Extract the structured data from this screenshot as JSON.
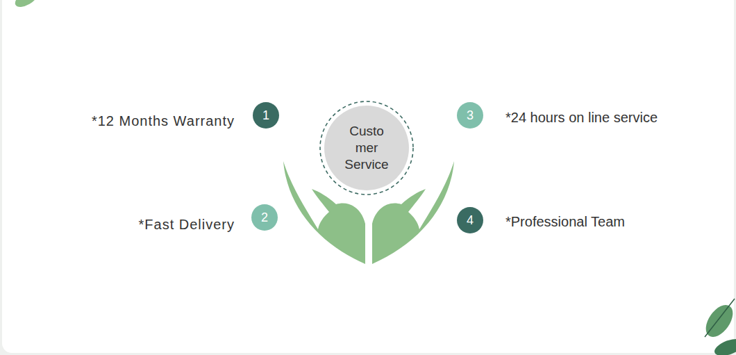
{
  "diagram": {
    "nodes": [
      {
        "text": [
          "Custo mer Service"
        ]
      },
      {
        "text": [
          "1"
        ]
      },
      {
        "text": [
          "2"
        ]
      },
      {
        "text": [
          "3"
        ]
      },
      {
        "text": [
          "4"
        ]
      }
    ],
    "labels": [
      "*12 Months Warranty",
      "*Fast Delivery",
      "*24 hours on line service",
      "*Professional Team"
    ]
  }
}
